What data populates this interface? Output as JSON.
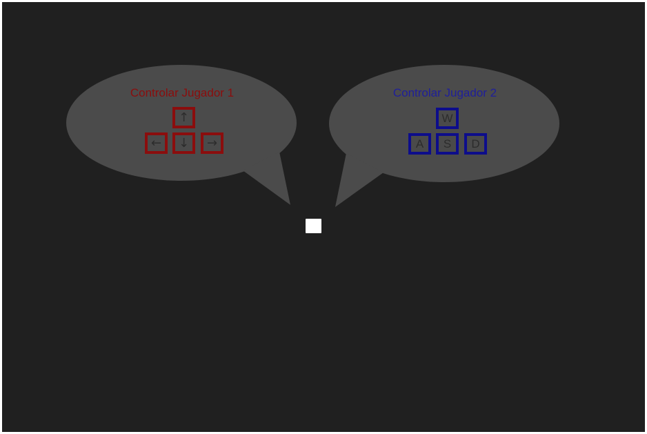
{
  "colors": {
    "background": "#202020",
    "bubble": "#4b4b4b",
    "player1": "#8b0d0d",
    "player2": "#0d0d8b",
    "key_label": "#2c2c2c",
    "player_square": "#ffffff"
  },
  "player1": {
    "title": "Controlar Jugador 1",
    "keys": {
      "up": "↑",
      "left": "←",
      "down": "↓",
      "right": "→"
    }
  },
  "player2": {
    "title": "Controlar Jugador 2",
    "keys": {
      "up": "W",
      "left": "A",
      "down": "S",
      "right": "D"
    }
  }
}
